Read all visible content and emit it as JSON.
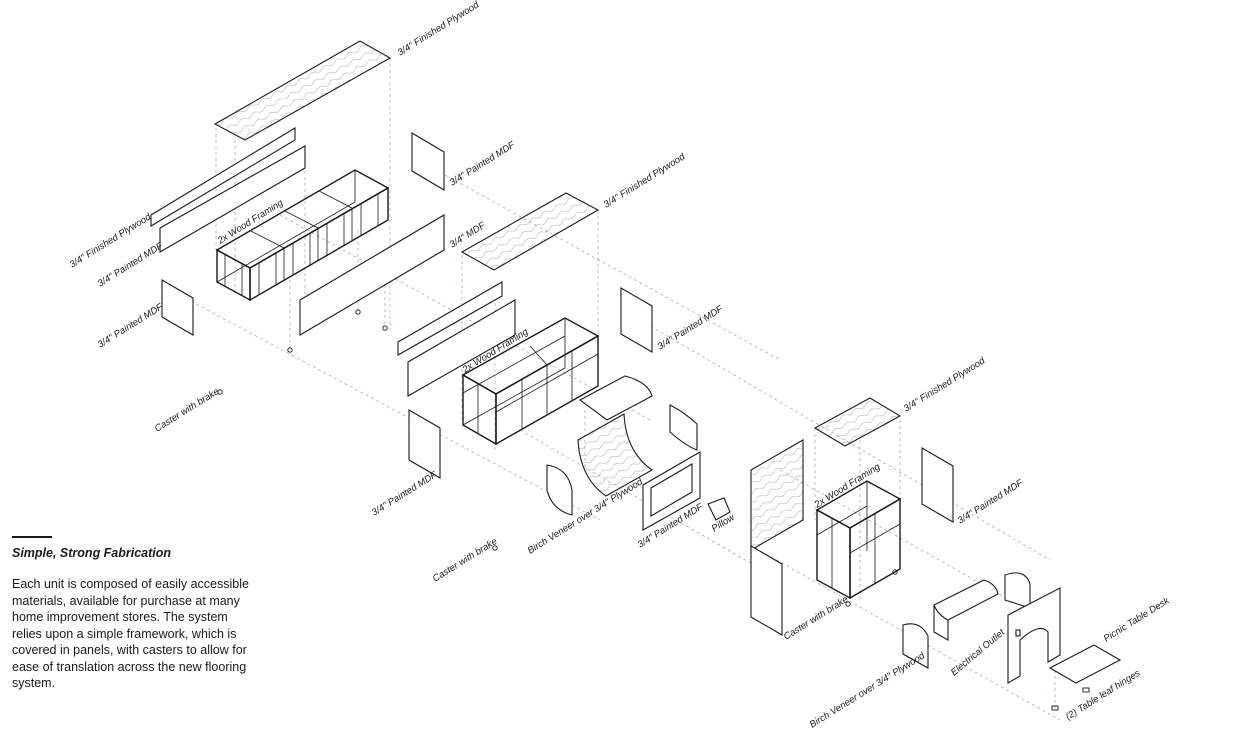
{
  "caption": {
    "title": "Simple, Strong Fabrication",
    "body": "Each unit is composed of easily accessible materials, available for purchase at many home improvement stores. The system relies upon a simple framework, which is covered in panels, with casters to allow for ease of translation across the new flooring system."
  },
  "unit1": {
    "top": "3/4\" Finished Plywood",
    "end_upper": "3/4\" Painted MDF",
    "side_plywood": "3/4\" Finished Plywood",
    "side_mdf": "3/4\" Painted MDF",
    "framing": "2x Wood Framing",
    "back_mdf": "3/4\" MDF",
    "end_lower": "3/4\" Painted MDF",
    "caster": "Caster with brake"
  },
  "unit2": {
    "top": "3/4\" Finished Plywood",
    "end_upper": "3/4\" Painted MDF",
    "framing": "2x Wood Framing",
    "end_lower": "3/4\" Painted MDF",
    "caster": "Caster with brake",
    "veneer": "Birch Veneer over 3/4\" Plywood",
    "mdf_small": "3/4\" Painted MDF",
    "pillow": "Pillow"
  },
  "unit3": {
    "top": "3/4\" Finished Plywood",
    "framing": "2x Wood Framing",
    "end": "3/4\" Painted MDF",
    "caster": "Caster with brake",
    "veneer": "Birch Veneer over 3/4\" Plywood",
    "outlet": "Electrical Outlet",
    "desk": "Picnic Table Desk",
    "hinges": "(2) Table leaf hinges"
  }
}
